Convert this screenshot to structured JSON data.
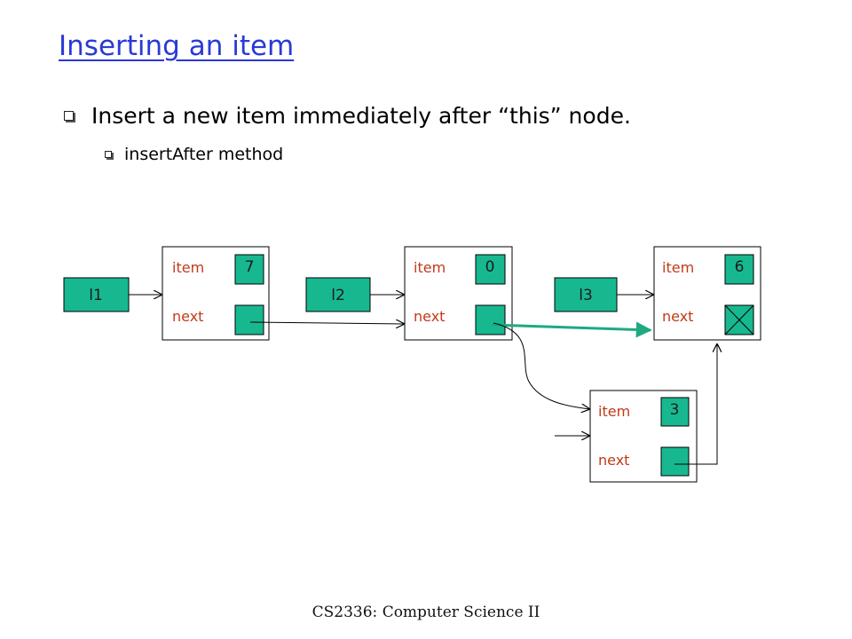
{
  "slide": {
    "title": "Inserting an item",
    "bullets": [
      "Insert a new item immediately after “this” node.",
      "insertAfter method"
    ],
    "footer": "CS2336: Computer Science II"
  },
  "diagram": {
    "references": [
      "l1",
      "l2",
      "l3"
    ],
    "nodes": [
      {
        "item_label": "item",
        "next_label": "next",
        "value": "7",
        "next": "pointer"
      },
      {
        "item_label": "item",
        "next_label": "next",
        "value": "0",
        "next": "pointer"
      },
      {
        "item_label": "item",
        "next_label": "next",
        "value": "6",
        "next": "null"
      },
      {
        "item_label": "item",
        "next_label": "next",
        "value": "3",
        "next": "pointer"
      }
    ],
    "colors": {
      "cell": "#17b890",
      "highlight_arrow": "#1fa982",
      "label_text": "#c23a1a",
      "title": "#2a3ad6"
    }
  }
}
